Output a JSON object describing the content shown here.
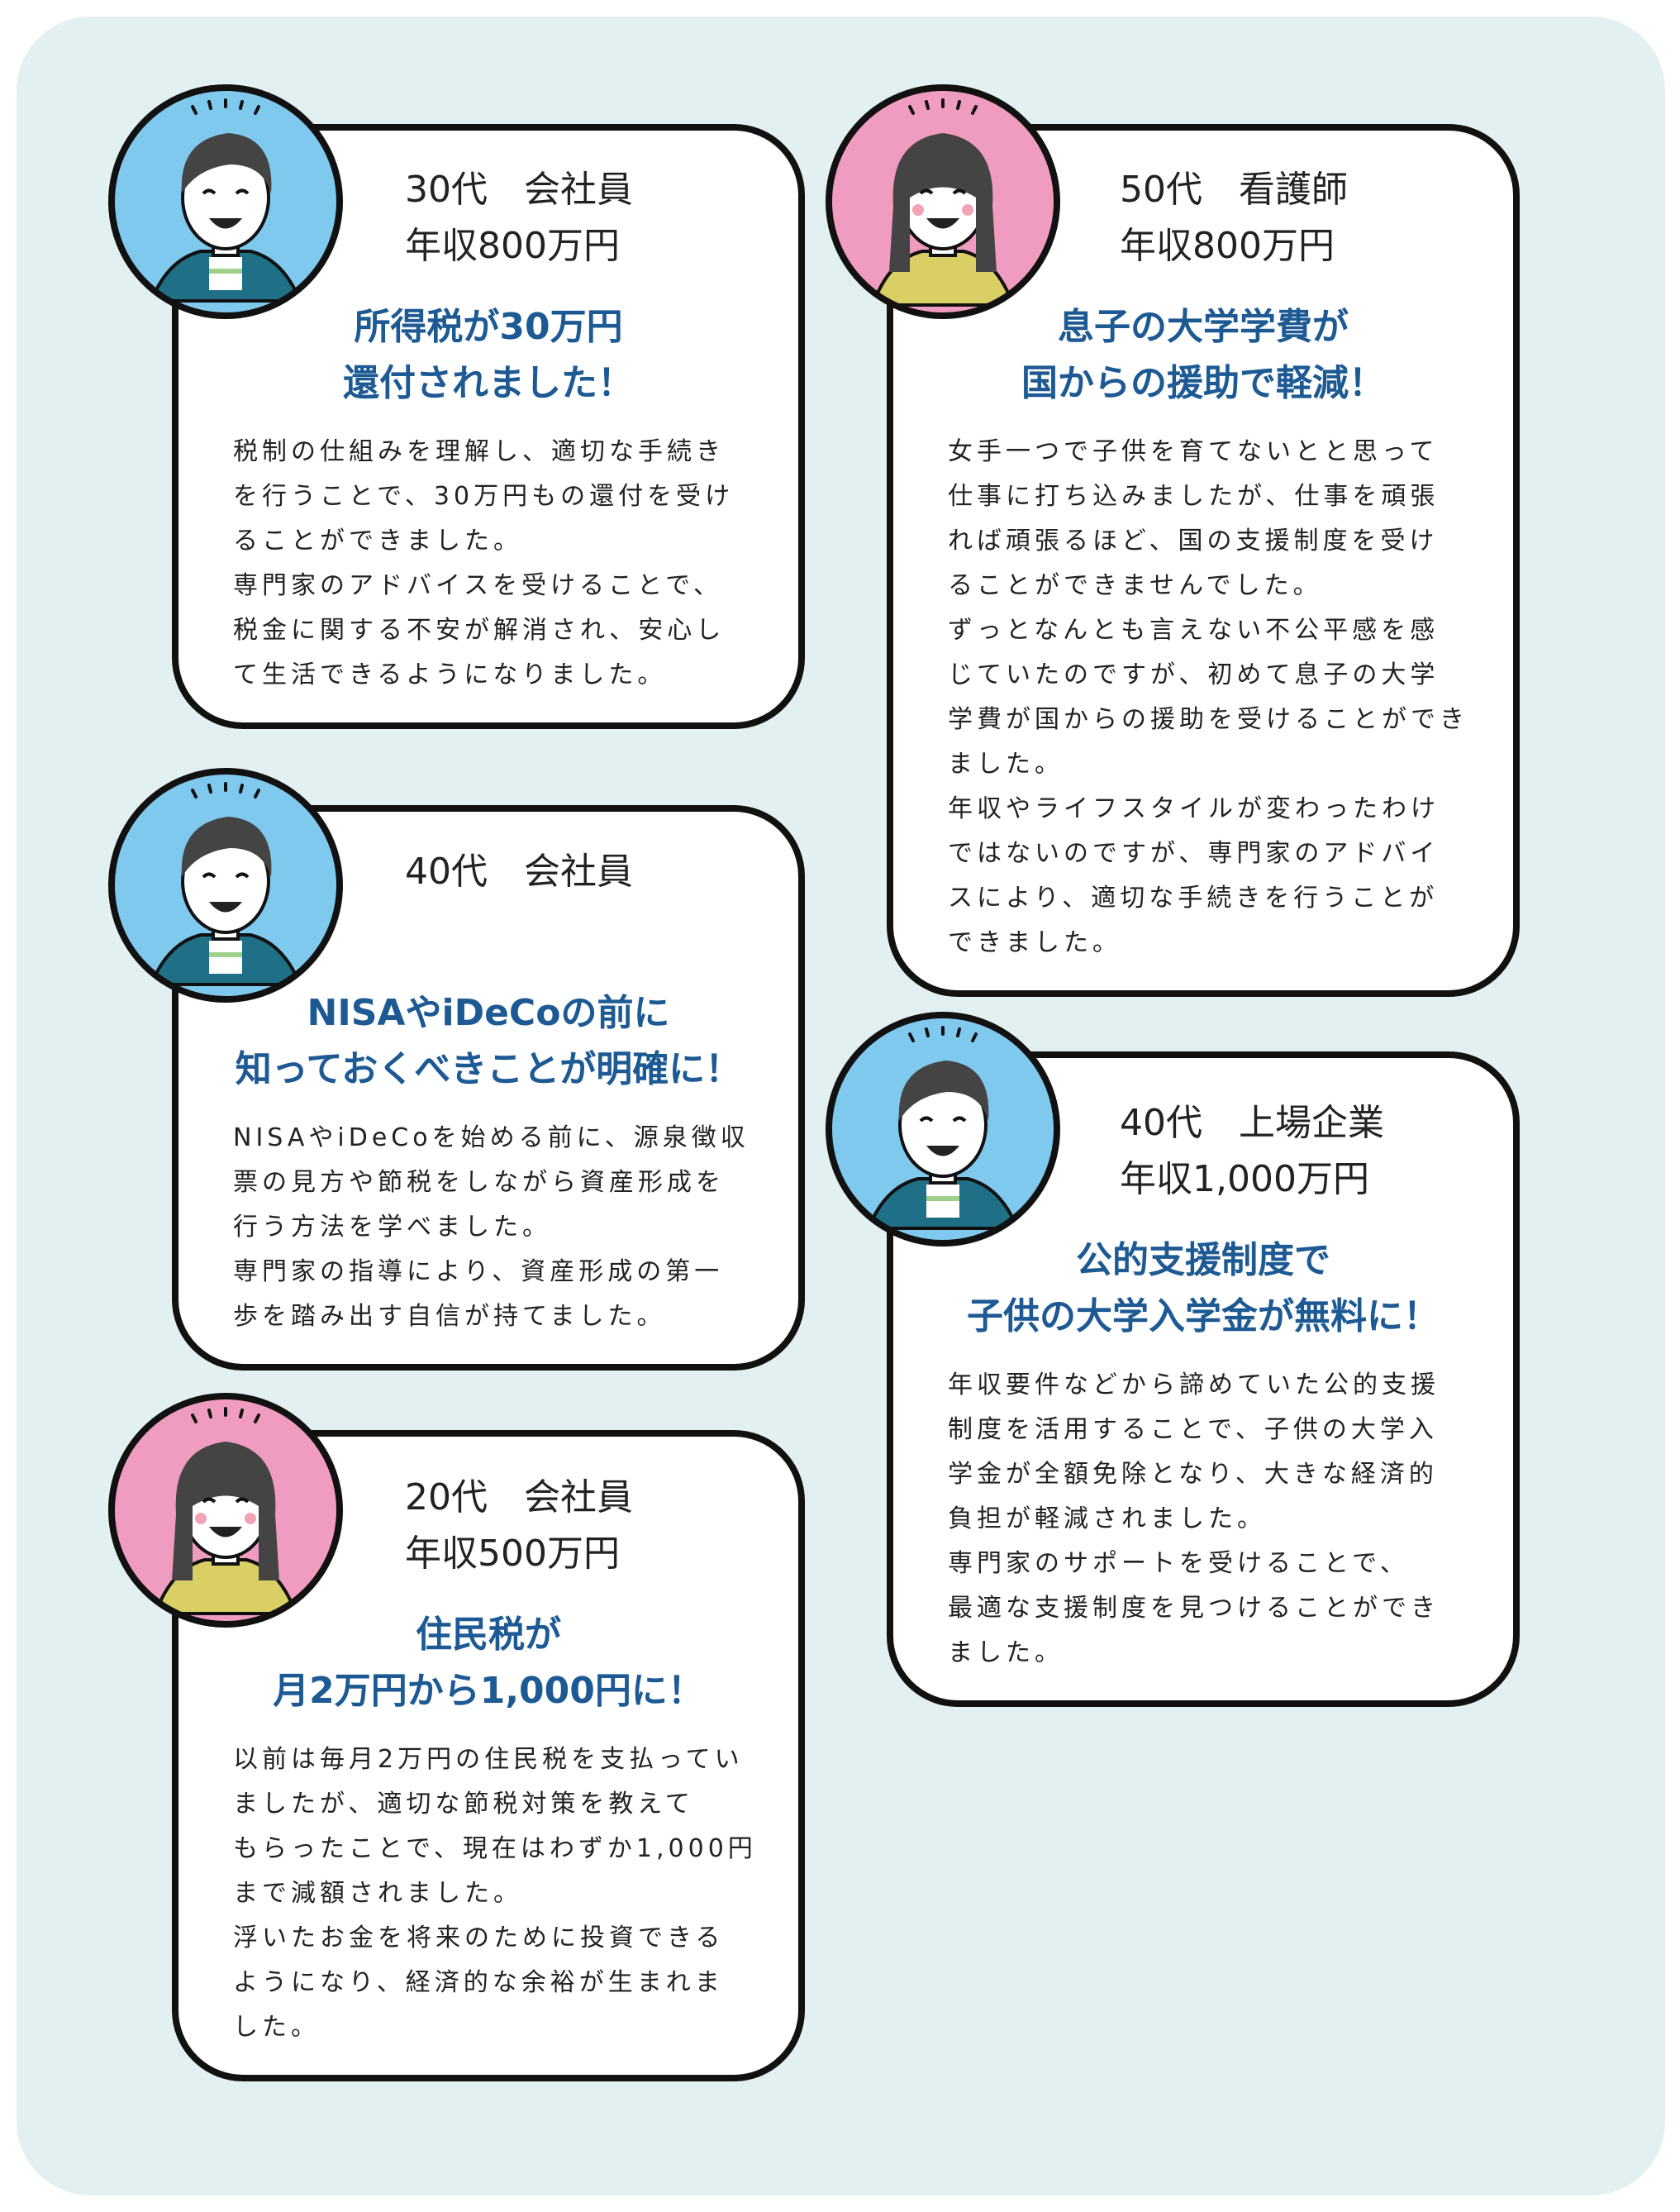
{
  "colors": {
    "background": "#e2f0f1",
    "headline": "#1d5a94",
    "male_bg": "#7fc9ee",
    "female_bg": "#f09cc0"
  },
  "cards": [
    {
      "header": [
        "30代　会社員",
        "年収800万円"
      ],
      "headline": [
        "所得税が30万円",
        "還付されました！"
      ],
      "body": [
        "税制の仕組みを理解し、適切な手続き",
        "を行うことで、30万円もの還付を受け",
        "ることができました。",
        "専門家のアドバイスを受けることで、",
        "税金に関する不安が解消され、安心し",
        "て生活できるようになりました。"
      ],
      "avatar": "male-avatar-icon"
    },
    {
      "header": [
        "50代　看護師",
        "年収800万円"
      ],
      "headline": [
        "息子の大学学費が",
        "国からの援助で軽減！"
      ],
      "body": [
        "女手一つで子供を育てないとと思って",
        "仕事に打ち込みましたが、仕事を頑張",
        "れば頑張るほど、国の支援制度を受け",
        "ることができませんでした。",
        "ずっとなんとも言えない不公平感を感",
        "じていたのですが、初めて息子の大学",
        "学費が国からの援助を受けることができ",
        "ました。",
        "年収やライフスタイルが変わったわけ",
        "ではないのですが、専門家のアドバイ",
        "スにより、適切な手続きを行うことが",
        "できました。"
      ],
      "avatar": "female-avatar-icon"
    },
    {
      "header": [
        "40代　会社員"
      ],
      "headline": [
        "NISAやiDeCoの前に",
        "知っておくべきことが明確に！"
      ],
      "body": [
        "NISAやiDeCoを始める前に、源泉徴収",
        "票の見方や節税をしながら資産形成を",
        "行う方法を学べました。",
        "専門家の指導により、資産形成の第一",
        "歩を踏み出す自信が持てました。"
      ],
      "avatar": "male-avatar-icon"
    },
    {
      "header": [
        "40代　上場企業",
        "年収1,000万円"
      ],
      "headline": [
        "公的支援制度で",
        "子供の大学入学金が無料に！"
      ],
      "body": [
        "年収要件などから諦めていた公的支援",
        "制度を活用することで、子供の大学入",
        "学金が全額免除となり、大きな経済的",
        "負担が軽減されました。",
        "専門家のサポートを受けることで、",
        "最適な支援制度を見つけることができ",
        "ました。"
      ],
      "avatar": "male-avatar-icon"
    },
    {
      "header": [
        "20代　会社員",
        "年収500万円"
      ],
      "headline": [
        "住民税が",
        "月2万円から1,000円に！"
      ],
      "body": [
        "以前は毎月2万円の住民税を支払ってい",
        "ましたが、適切な節税対策を教えて",
        "もらったことで、現在はわずか1,000円",
        "まで減額されました。",
        "浮いたお金を将来のために投資できる",
        "ようになり、経済的な余裕が生まれま",
        "した。"
      ],
      "avatar": "female-avatar-icon"
    }
  ]
}
